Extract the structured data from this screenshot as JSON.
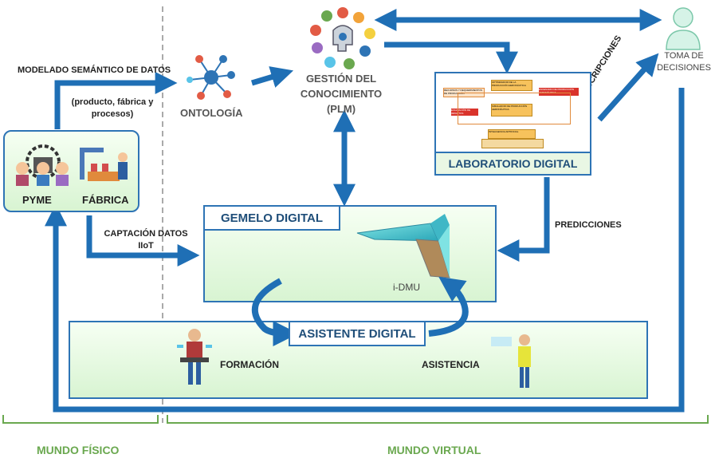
{
  "labels": {
    "modelado": "MODELADO SEMÁNTICO DE DATOS",
    "modelado_sub": "(producto, fábrica y procesos)",
    "ontologia": "ONTOLOGÍA",
    "gestion": "GESTIÓN DEL CONOCIMIENTO (PLM)",
    "toma": "TOMA DE DECISIONES",
    "prescripciones": "PRESCRIPCIONES",
    "laboratorio": "LABORATORIO DIGITAL",
    "pyme": "PYME",
    "fabrica": "FÁBRICA",
    "captacion": "CAPTACIÓN DATOS IIoT",
    "gemelo": "GEMELO DIGITAL",
    "idmu": "i-DMU",
    "predicciones": "PREDICCIONES",
    "asistente": "ASISTENTE DIGITAL",
    "formacion": "FORMACIÓN",
    "asistencia": "ASISTENCIA",
    "mundo_fisico": "MUNDO FÍSICO",
    "mundo_virtual": "MUNDO VIRTUAL"
  },
  "lab_diagram": {
    "top_box": "OPTIMIZADOR DE LA PRODUCCIÓN AERONÁUTICA",
    "left_box": "RECURSOS Y REQUERIMIENTOS DE PRODUCCIÓN",
    "right_box": "ESCENARIO DE PRODUCCIÓN AERONÁUTICA",
    "mid_box": "SIMULADOR DE PRODUCCIÓN AERONÁUTICA",
    "eval_box": "EVALUACIÓN DE IMPACTOS",
    "bottom_box": "INTELIGENCIA ARTIFICIAL"
  },
  "colors": {
    "arrow": "#1f6fb5",
    "green_text": "#6aa84f",
    "box_border": "#2e74b5"
  }
}
